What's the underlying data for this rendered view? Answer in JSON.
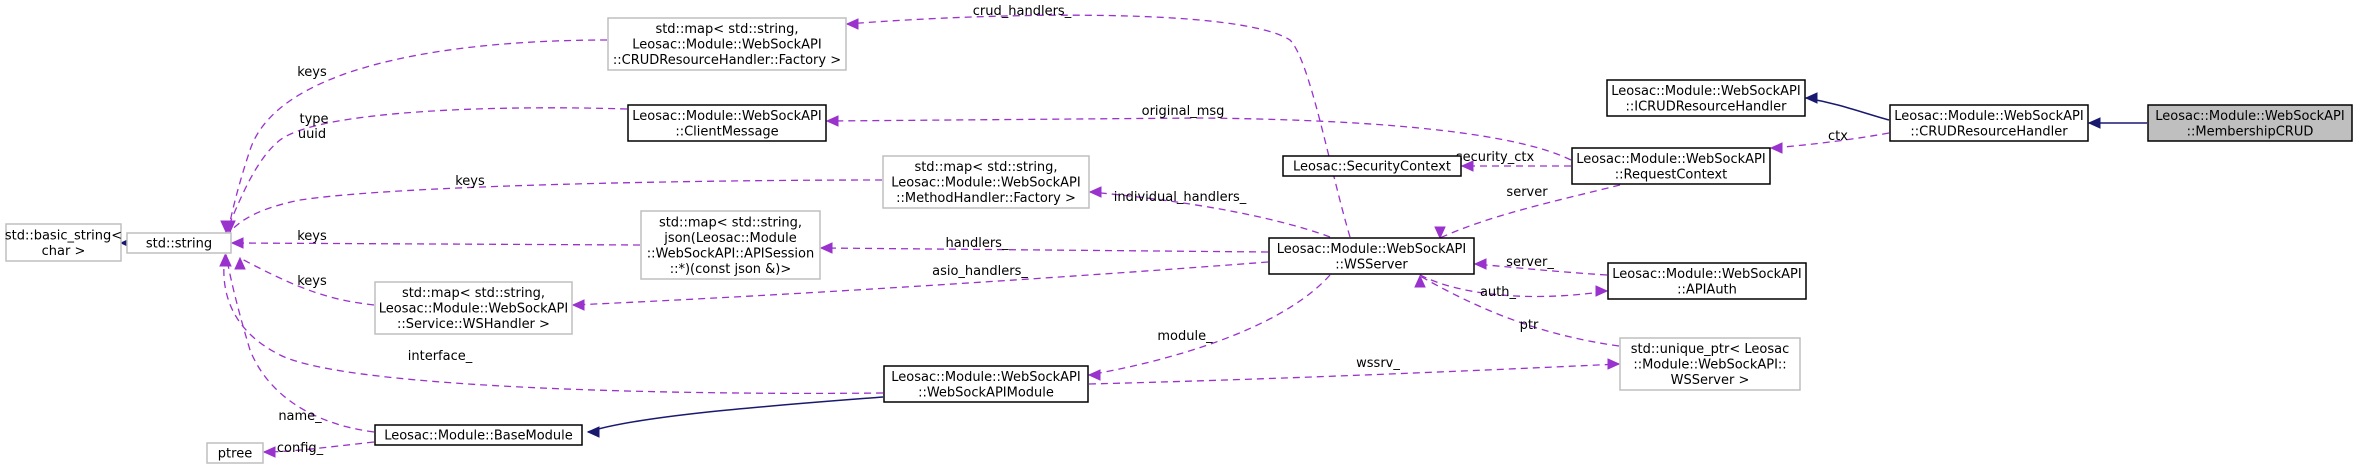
{
  "nodes": {
    "basic_string": {
      "lines": [
        "std::basic_string<",
        "char >"
      ],
      "style": "template"
    },
    "string": {
      "lines": [
        "std::string"
      ],
      "style": "template"
    },
    "ptree": {
      "lines": [
        "ptree"
      ],
      "style": "template"
    },
    "map_crud": {
      "lines": [
        "std::map< std::string,",
        "Leosac::Module::WebSockAPI",
        "::CRUDResourceHandler::Factory >"
      ],
      "style": "template"
    },
    "client_message": {
      "lines": [
        "Leosac::Module::WebSockAPI",
        "::ClientMessage"
      ],
      "style": "class"
    },
    "map_method": {
      "lines": [
        "std::map< std::string,",
        "Leosac::Module::WebSockAPI",
        "::MethodHandler::Factory >"
      ],
      "style": "template"
    },
    "map_json": {
      "lines": [
        "std::map< std::string,",
        "json(Leosac::Module",
        "::WebSockAPI::APISession",
        "::*)(const json &)>"
      ],
      "style": "template"
    },
    "map_service": {
      "lines": [
        "std::map< std::string,",
        "Leosac::Module::WebSockAPI",
        "::Service::WSHandler >"
      ],
      "style": "template"
    },
    "base_module": {
      "lines": [
        "Leosac::Module::BaseModule"
      ],
      "style": "class"
    },
    "ws_module": {
      "lines": [
        "Leosac::Module::WebSockAPI",
        "::WebSockAPIModule"
      ],
      "style": "class"
    },
    "ws_server": {
      "lines": [
        "Leosac::Module::WebSockAPI",
        "::WSServer"
      ],
      "style": "class"
    },
    "security_context": {
      "lines": [
        "Leosac::SecurityContext"
      ],
      "style": "class"
    },
    "request_context": {
      "lines": [
        "Leosac::Module::WebSockAPI",
        "::RequestContext"
      ],
      "style": "class"
    },
    "api_auth": {
      "lines": [
        "Leosac::Module::WebSockAPI",
        "::APIAuth"
      ],
      "style": "class"
    },
    "unique_ptr": {
      "lines": [
        "std::unique_ptr< Leosac",
        "::Module::WebSockAPI::",
        "WSServer >"
      ],
      "style": "template"
    },
    "icrud": {
      "lines": [
        "Leosac::Module::WebSockAPI",
        "::ICRUDResourceHandler"
      ],
      "style": "class"
    },
    "crud": {
      "lines": [
        "Leosac::Module::WebSockAPI",
        "::CRUDResourceHandler"
      ],
      "style": "class"
    },
    "membership_crud": {
      "lines": [
        "Leosac::Module::WebSockAPI",
        "::MembershipCRUD"
      ],
      "style": "focus"
    }
  },
  "edges": {
    "string_basic": {
      "type": "inherit"
    },
    "keys_crud": {
      "type": "usage",
      "label": "keys"
    },
    "type_uuid": {
      "type": "usage",
      "label_lines": [
        "type",
        "uuid"
      ]
    },
    "keys_method": {
      "type": "usage",
      "label": "keys"
    },
    "keys_json": {
      "type": "usage",
      "label": "keys"
    },
    "keys_service": {
      "type": "usage",
      "label": "keys"
    },
    "interface": {
      "type": "usage",
      "label": "interface_"
    },
    "name": {
      "type": "usage",
      "label": "name_"
    },
    "config": {
      "type": "usage",
      "label": "config_"
    },
    "base_inherit": {
      "type": "inherit"
    },
    "crud_handlers": {
      "type": "usage",
      "label": "crud_handlers_"
    },
    "individual_handlers": {
      "type": "usage",
      "label": "individual_handlers_"
    },
    "handlers": {
      "type": "usage",
      "label": "handlers_"
    },
    "asio_handlers": {
      "type": "usage",
      "label": "asio_handlers_"
    },
    "module": {
      "type": "usage",
      "label": "module_"
    },
    "original_msg": {
      "type": "usage",
      "label": "original_msg"
    },
    "security_ctx": {
      "type": "usage",
      "label": "security_ctx"
    },
    "server_rc": {
      "type": "usage",
      "label": "server"
    },
    "server_auth": {
      "type": "usage",
      "label": "server_"
    },
    "auth": {
      "type": "usage",
      "label": "auth_"
    },
    "ptr": {
      "type": "usage",
      "label": "ptr"
    },
    "wssrv": {
      "type": "usage",
      "label": "wssrv_"
    },
    "ctx": {
      "type": "usage",
      "label": "ctx"
    },
    "icrud_inherit": {
      "type": "inherit"
    },
    "crud_inherit": {
      "type": "inherit"
    }
  },
  "colors": {
    "usage_edge": "#9a32cd",
    "inherit_edge": "#191970",
    "class_border": "#000000",
    "template_border": "#bfbfbf",
    "focus_fill": "#bfbfbf"
  }
}
